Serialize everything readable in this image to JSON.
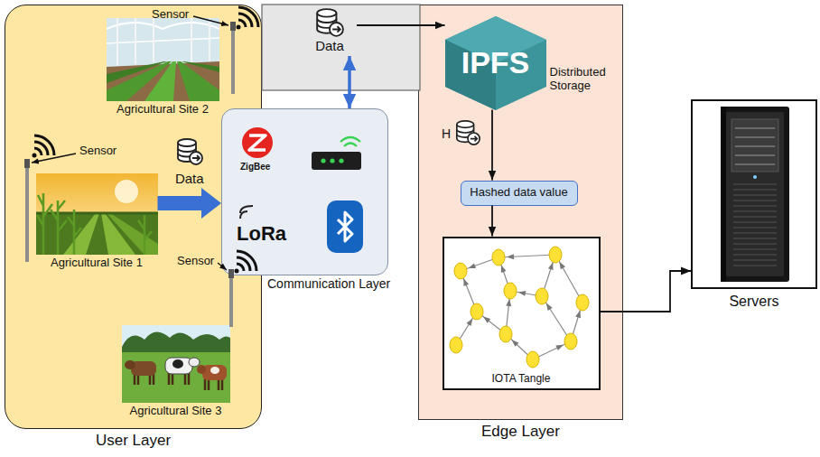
{
  "diagram": {
    "nodes": [
      {
        "text": [
          "User Layer"
        ]
      },
      {
        "text": [
          "Agricultural Site 2"
        ],
        "in": 0
      },
      {
        "text": [
          "Agricultural Site 1"
        ],
        "in": 0
      },
      {
        "text": [
          "Agricultural Site 3"
        ],
        "in": 0
      },
      {
        "text": [
          "Communication Layer"
        ]
      },
      {
        "text": [
          "Data"
        ]
      },
      {
        "text": [
          "Edge Layer"
        ]
      },
      {
        "text": [
          "IPFS",
          "Distributed Storage"
        ],
        "in": 6
      },
      {
        "text": [
          "Hashed data value"
        ],
        "in": 6
      },
      {
        "text": [
          "IOTA Tangle"
        ],
        "in": 6
      },
      {
        "text": [
          "Servers"
        ]
      }
    ],
    "edges": [
      {
        "from": 2,
        "to": 4,
        "label": "Data",
        "arrow": "to"
      },
      {
        "from": 5,
        "to": 4,
        "arrow": "both"
      },
      {
        "from": 5,
        "to": 7,
        "arrow": "to"
      },
      {
        "from": 7,
        "to": 8,
        "arrow": "to"
      },
      {
        "from": 8,
        "to": 9,
        "arrow": "to"
      },
      {
        "from": 9,
        "to": 10,
        "arrow": "to"
      }
    ],
    "labels": [
      "Sensor",
      "Sensor",
      "Sensor",
      "ZigBee",
      "LoRa",
      "H"
    ]
  }
}
